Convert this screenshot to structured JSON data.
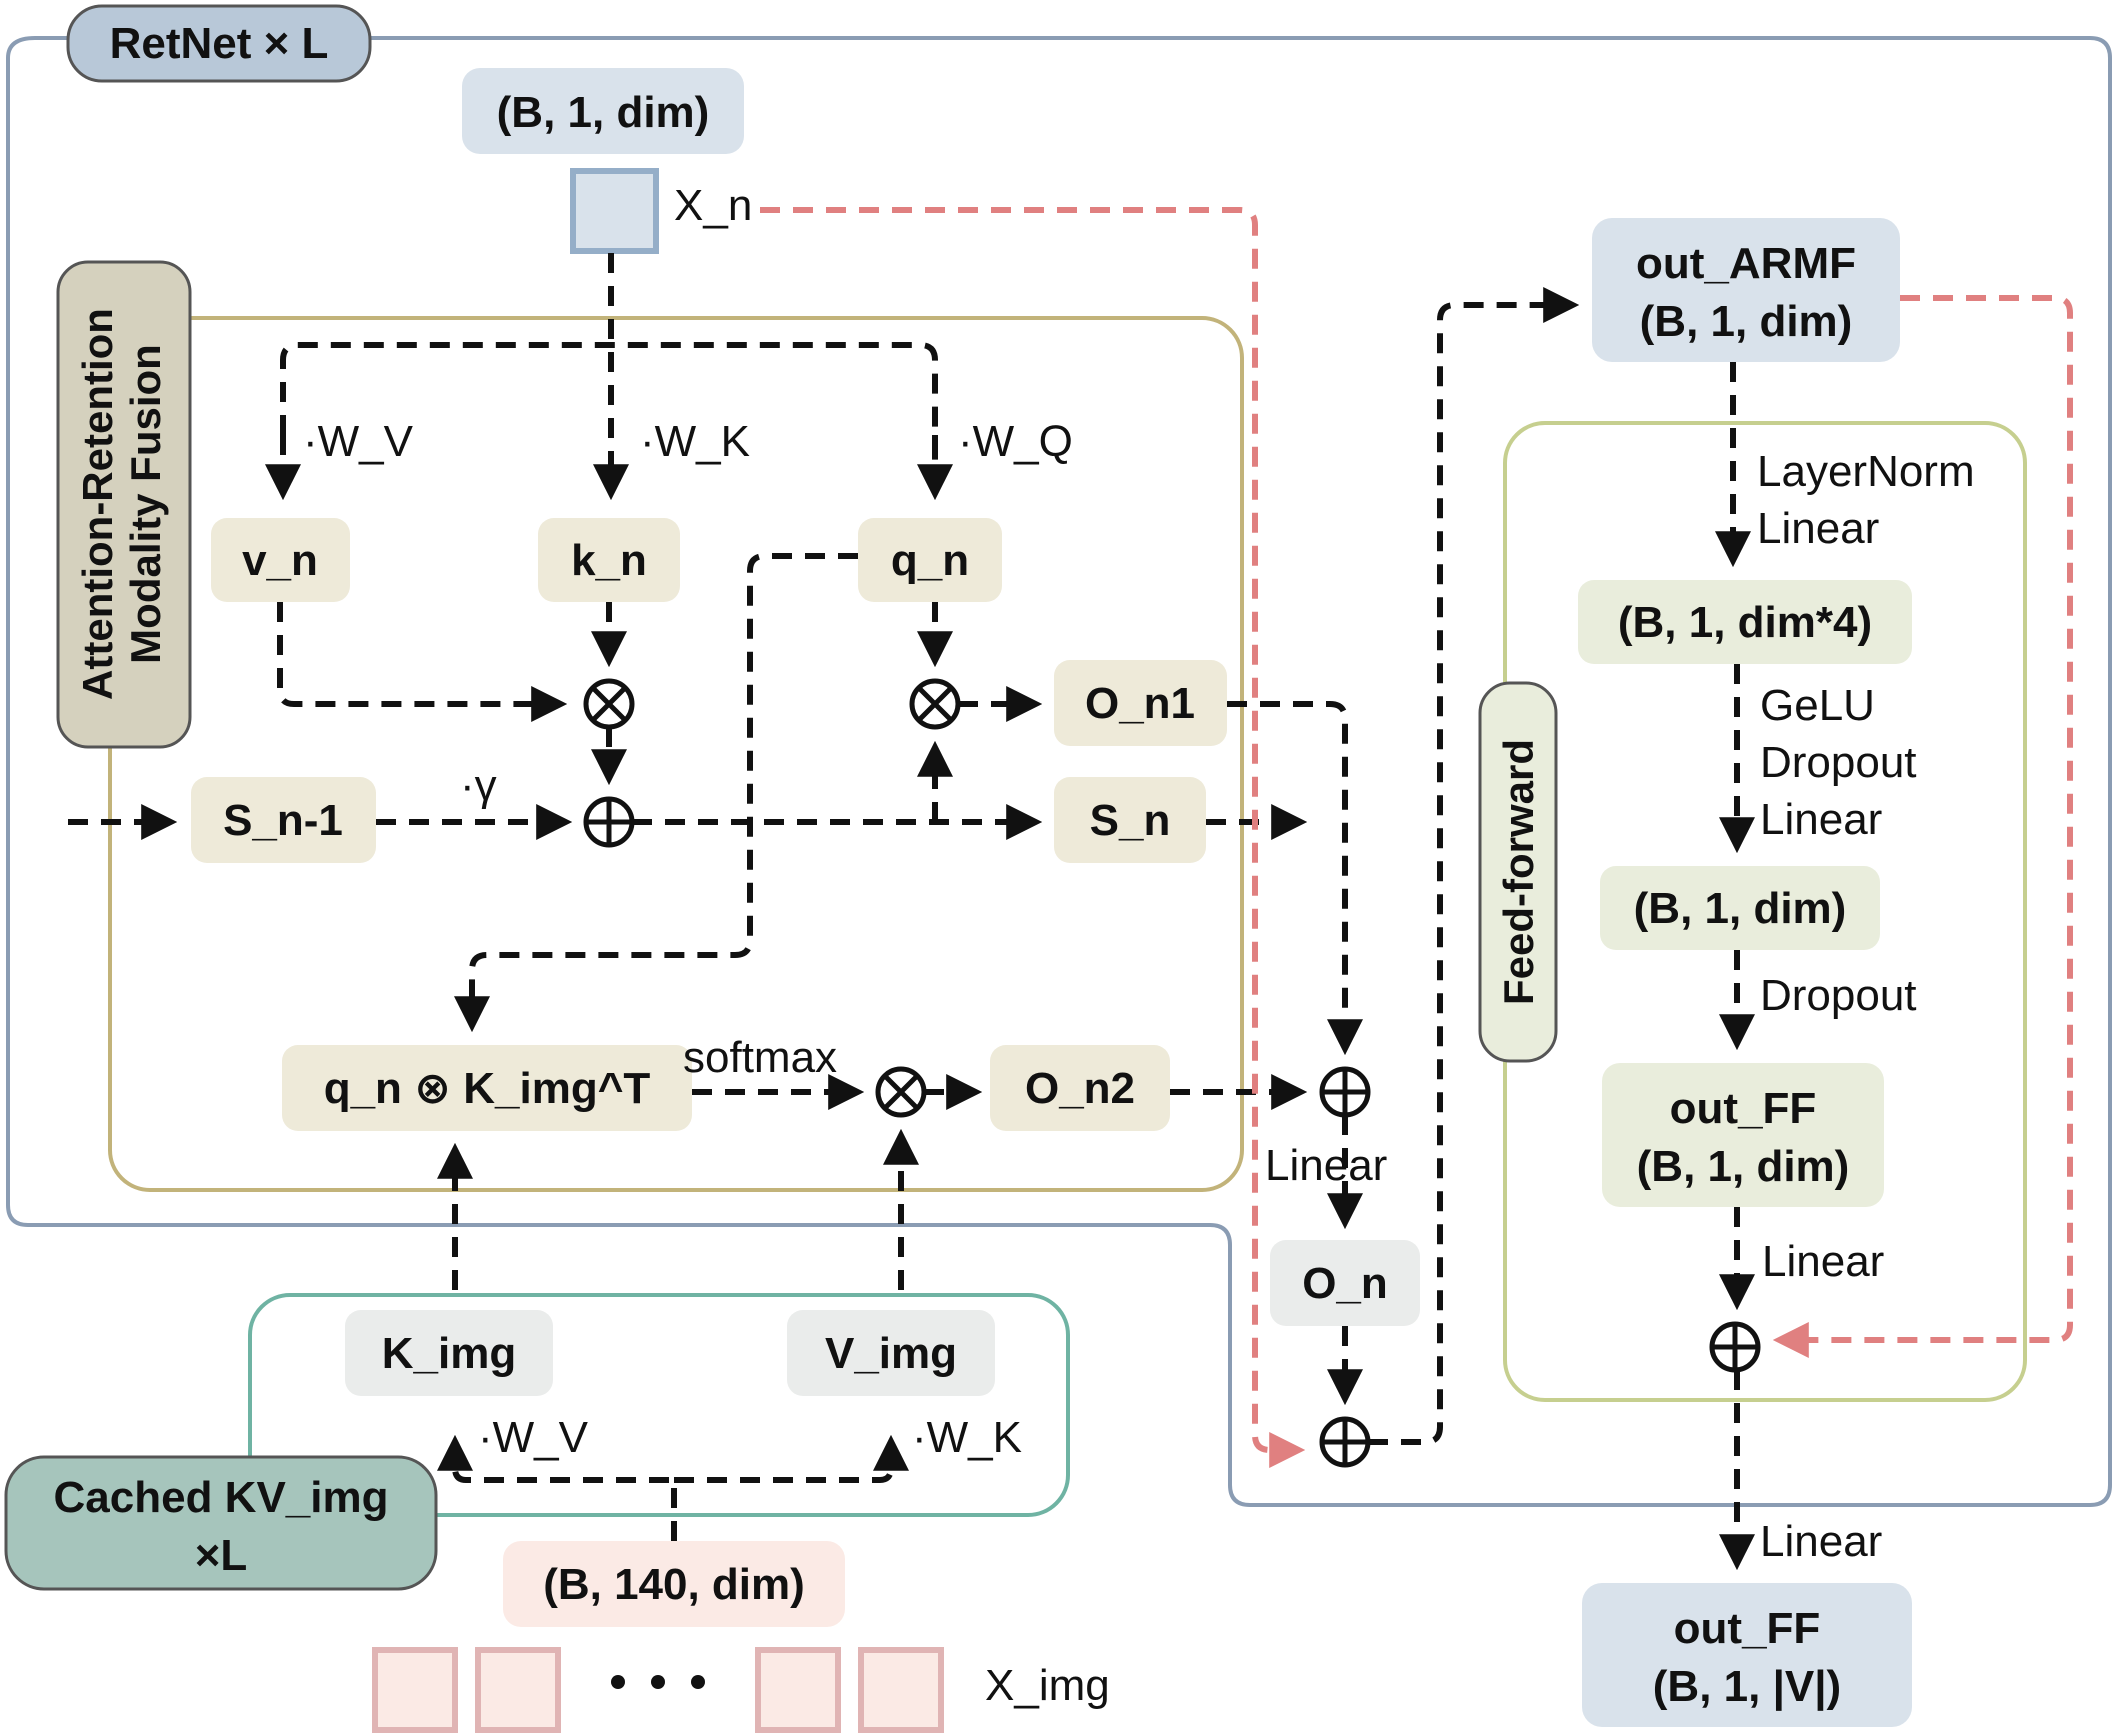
{
  "retnet_label": "RetNet × L",
  "armf_label": "Attention-Retention Modality Fusion",
  "ff_label": "Feed-forward",
  "cached_label_line1": "Cached KV_img",
  "cached_label_line2": "×L",
  "input_shape": "(B, 1, dim)",
  "x_n": "X_n",
  "w_v": "·W_V",
  "w_k": "·W_K",
  "w_q": "·W_Q",
  "v_n": "v_n",
  "k_n": "k_n",
  "q_n": "q_n",
  "o_n1": "O_n1",
  "s_n_prev": "S_n-1",
  "gamma": "·γ",
  "s_n": "S_n",
  "qk_img": "q_n ⊗ K_img^T",
  "softmax": "softmax",
  "o_n2": "O_n2",
  "linear_mid": "Linear",
  "o_n": "O_n",
  "k_img": "K_img",
  "v_img": "V_img",
  "img_w_v": "·W_V",
  "img_w_k": "·W_K",
  "img_shape": "(B, 140, dim)",
  "x_img": "X_img",
  "out_armf_line1": "out_ARMF",
  "out_armf_line2": "(B, 1, dim)",
  "ff_step1_line1": "LayerNorm",
  "ff_step1_line2": "Linear",
  "ff_shape1": "(B, 1, dim*4)",
  "ff_step2_line1": "GeLU",
  "ff_step2_line2": "Dropout",
  "ff_step2_line3": "Linear",
  "ff_shape2": "(B, 1, dim)",
  "ff_step3": "Dropout",
  "out_ff_line1": "out_FF",
  "out_ff_line2": "(B, 1, dim)",
  "ff_linear": "Linear",
  "final_linear": "Linear",
  "final_line1": "out_FF",
  "final_line2": "(B, 1, |V|)",
  "colors": {
    "retnet_border": "#8a9cb3",
    "retnet_title_bg": "#b8c8d8",
    "armf_border": "#c2b37a",
    "armf_title_bg": "#d5d1be",
    "ff_border": "#c6cf8f",
    "cached_border": "#6fb3a3",
    "cached_bg": "#a6c5bc",
    "node_beige": "#eeead9",
    "node_green": "#e9eddc",
    "node_grey": "#eaeceb",
    "node_blue": "#d9e2eb",
    "node_pink": "#fbeae5",
    "pink_border": "#e0b4b4",
    "residual_red": "#e08080"
  }
}
